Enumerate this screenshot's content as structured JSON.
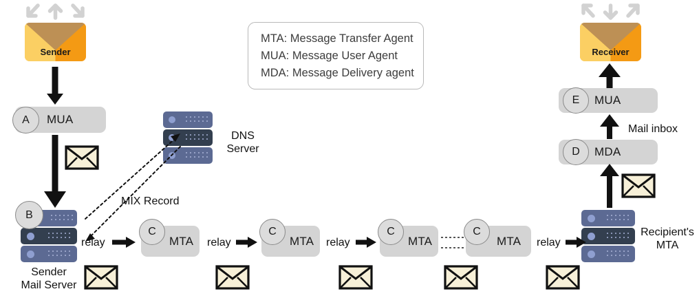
{
  "legend": {
    "lines": [
      "MTA: Message Transfer Agent",
      "MUA: Message User Agent",
      "MDA: Message Delivery agent"
    ]
  },
  "actors": {
    "sender": {
      "label": "Sender",
      "icon": "envelope-icon",
      "arrows": "outgoing-arrows-icon"
    },
    "receiver": {
      "label": "Receiver",
      "icon": "envelope-icon",
      "arrows": "incoming-arrows-icon"
    }
  },
  "nodes": {
    "sender_mua": {
      "badge": "A",
      "label": "MUA"
    },
    "sender_mail_server": {
      "badge": "B",
      "caption_line1": "Sender",
      "caption_line2": "Mail Server"
    },
    "dns_server": {
      "caption_line1": "DNS",
      "caption_line2": "Server"
    },
    "mta1": {
      "badge": "C",
      "label": "MTA"
    },
    "mta2": {
      "badge": "C",
      "label": "MTA"
    },
    "mta3": {
      "badge": "C",
      "label": "MTA"
    },
    "mta4": {
      "badge": "C",
      "label": "MTA"
    },
    "recipient_mta": {
      "caption_line1": "Recipient's",
      "caption_line2": "MTA"
    },
    "recipient_mda": {
      "badge": "D",
      "label": "MDA"
    },
    "recipient_mua": {
      "badge": "E",
      "label": "MUA"
    }
  },
  "edges": {
    "mix_record": "MIX Record",
    "relay1": "relay",
    "relay2": "relay",
    "relay3": "relay",
    "relay4": "relay",
    "mail_inbox": "Mail inbox"
  },
  "colors": {
    "box_gray": "#d4d4d4",
    "badge_gray": "#dcdcdc",
    "server_light": "#5c6a93",
    "server_dark": "#333f4f",
    "envelope_cream": "#f7f0d8",
    "sender_orange": "#f6a623",
    "arrow_black": "#111111",
    "decor_gray": "#d2d2d2"
  }
}
